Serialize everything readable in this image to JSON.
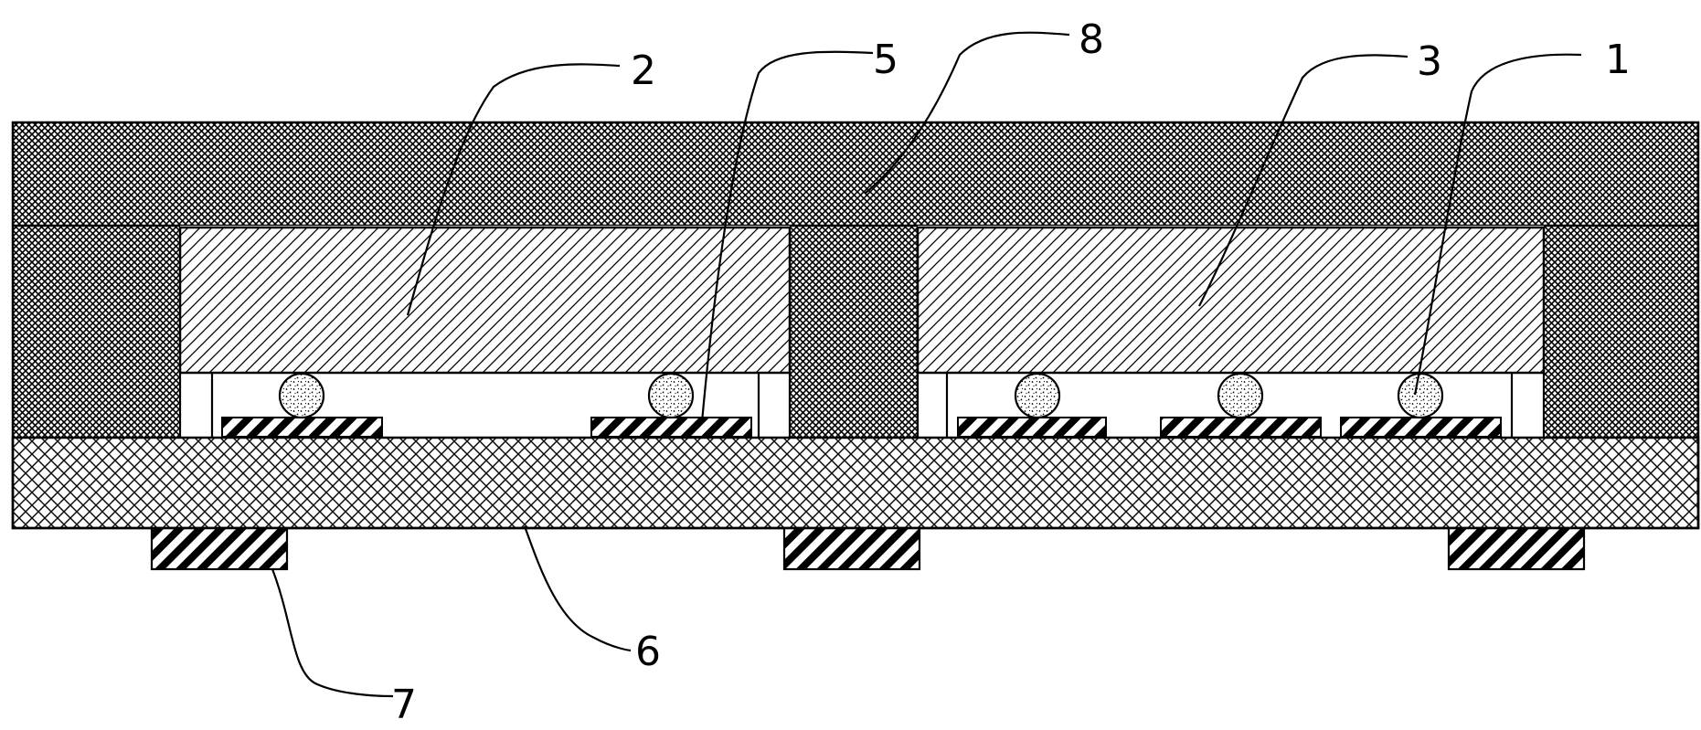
{
  "figure": {
    "callouts": [
      {
        "id": "label-1",
        "text": "1"
      },
      {
        "id": "label-2",
        "text": "2"
      },
      {
        "id": "label-3",
        "text": "3"
      },
      {
        "id": "label-5",
        "text": "5"
      },
      {
        "id": "label-6",
        "text": "6"
      },
      {
        "id": "label-7",
        "text": "7"
      },
      {
        "id": "label-8",
        "text": "8"
      }
    ]
  }
}
